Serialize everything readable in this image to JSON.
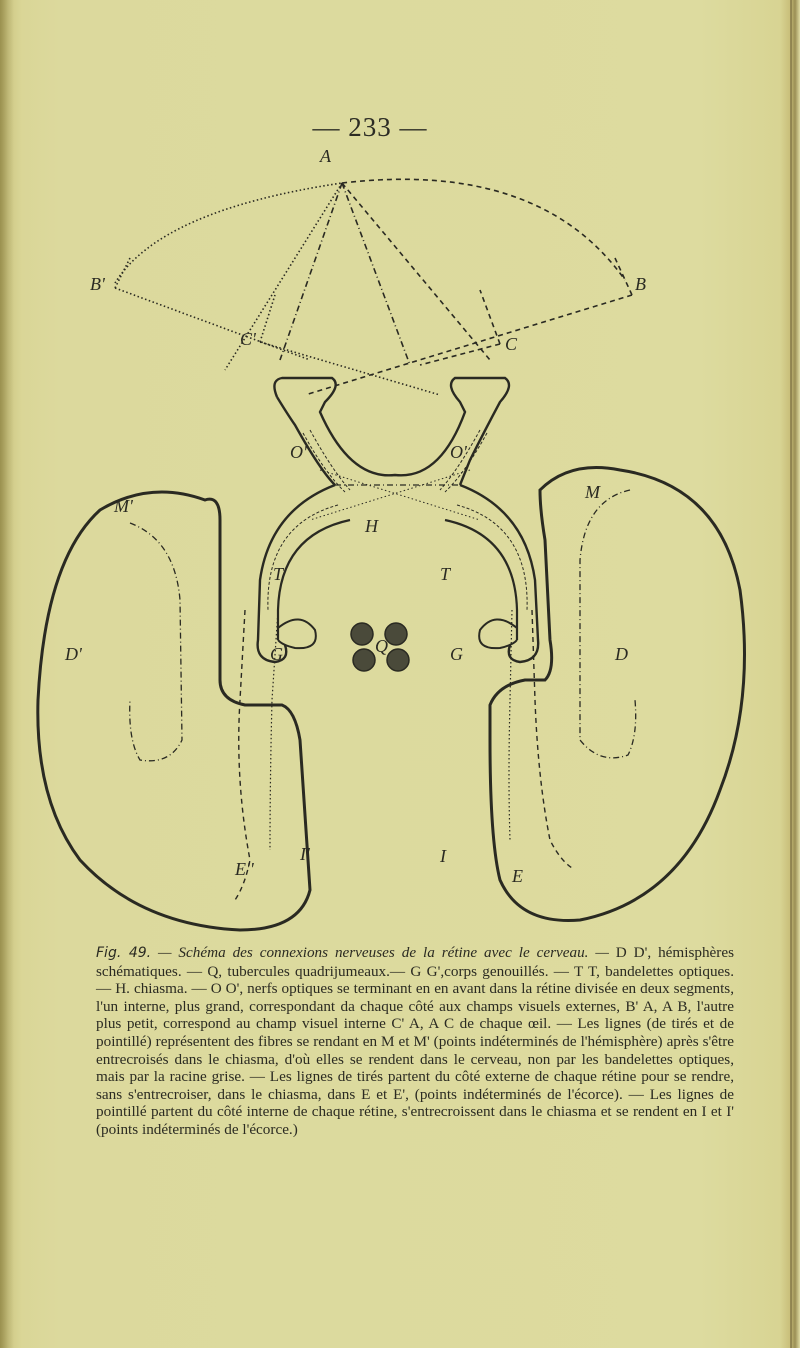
{
  "page": {
    "number_text": "— 233 —",
    "background_color": "#dcd89a",
    "ink_color": "#2a2a22"
  },
  "figure": {
    "labels": {
      "A": "A",
      "B": "B",
      "B_prime": "B'",
      "C": "C",
      "C_prime": "C'",
      "O": "O'",
      "O_prime": "O'",
      "H": "H",
      "T": "T",
      "T_prime": "T'",
      "G": "G",
      "G_prime": "G'",
      "Q": "Q",
      "M": "M",
      "M_prime": "M'",
      "D": "D",
      "D_prime": "D'",
      "E": "E",
      "E_prime": "E''",
      "I": "I",
      "I_prime": "I'"
    }
  },
  "caption": {
    "fig_label": "Fig. 49.",
    "title": "— Schéma des connexions nerveuses de la rétine avec le cerveau. —",
    "body": "D D', hémisphères schématiques. — Q, tubercules quadrijumeaux.— G G',corps genouillés. — T T, bandelettes optiques. — H. chiasma. — O O', nerfs optiques se terminant en en avant dans la rétine divisée en deux segments, l'un interne, plus grand, correspondant da chaque côté aux champs visuels externes, B' A, A B, l'autre plus petit, correspond au champ visuel interne C' A, A C de chaque œil. — Les lignes (de tirés et de pointillé) représentent des fibres se rendant en M et M' (points indéterminés de l'hémisphère) après s'être entrecroisés dans le chiasma, d'où elles se rendent dans le cerveau, non par les bandelettes optiques, mais par la racine grise. — Les lignes de tirés partent du côté externe de chaque rétine pour se rendre, sans s'entrecroiser, dans le chiasma, dans E et E', (points indéterminés de l'écorce). — Les lignes de pointillé partent du côté interne de chaque rétine, s'entrecroissent dans le chiasma et se rendent en I et I' (points indéterminés de l'écorce.)"
  }
}
